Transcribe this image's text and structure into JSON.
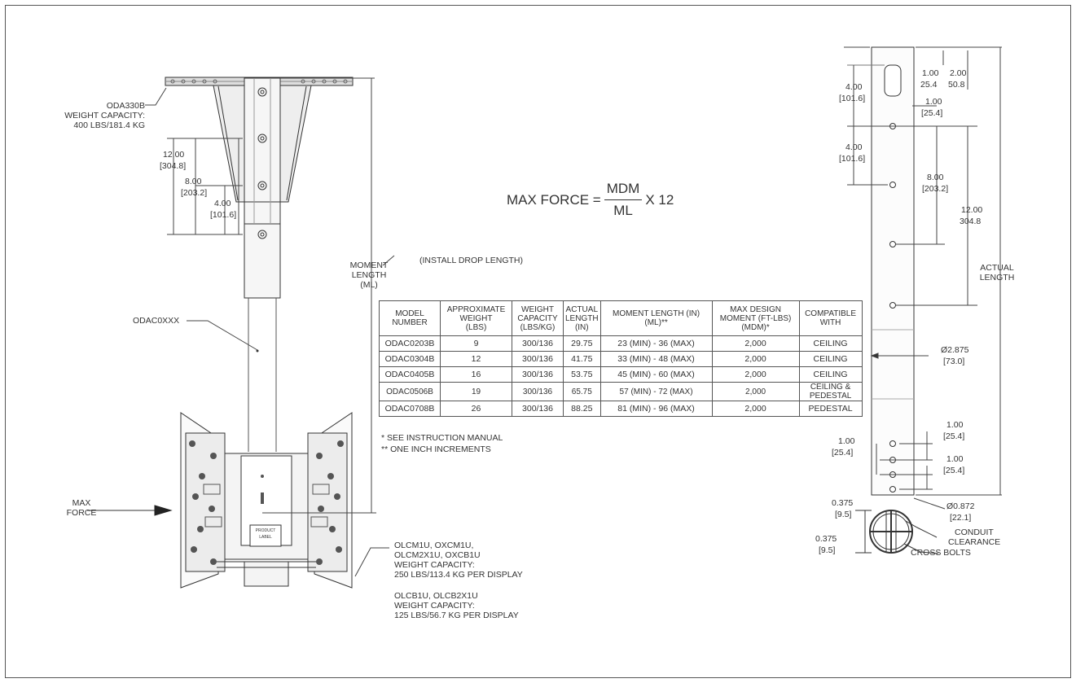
{
  "formula": {
    "lhs": "MAX FORCE =",
    "numerator": "MDM",
    "denominator": "ML",
    "multiplier": "X 12"
  },
  "left_labels": {
    "mount_model": "ODA330B",
    "mount_capacity_title": "WEIGHT CAPACITY:",
    "mount_capacity_value": "400 LBS/181.4 KG",
    "column_model": "ODAC0XXX",
    "max_force_1": "MAX",
    "max_force_2": "FORCE",
    "moment_1": "MOMENT",
    "moment_2": "LENGTH",
    "moment_3": "(ML)",
    "install_drop": "(INSTALL DROP LENGTH)",
    "cm_models_1": "OLCM1U, OXCM1U,",
    "cm_models_2": "OLCM2X1U, OXCB1U",
    "cm_capacity_title": "WEIGHT CAPACITY:",
    "cm_capacity_value": "250 LBS/113.4 KG PER DISPLAY",
    "cb_models": "OLCB1U, OLCB2X1U",
    "cb_capacity_title": "WEIGHT CAPACITY:",
    "cb_capacity_value": "125 LBS/56.7 KG PER DISPLAY"
  },
  "left_dims": [
    {
      "in": "12.00",
      "mm": "[304.8]"
    },
    {
      "in": "8.00",
      "mm": "[203.2]"
    },
    {
      "in": "4.00",
      "mm": "[101.6]"
    }
  ],
  "right_dims": {
    "d4a_in": "4.00",
    "d4a_mm": "[101.6]",
    "d1a_in": "1.00",
    "d1a_mm": "25.4",
    "d2_in": "2.00",
    "d2_mm": "50.8",
    "d1b_in": "1.00",
    "d1b_mm": "[25.4]",
    "d4b_in": "4.00",
    "d4b_mm": "[101.6]",
    "d8_in": "8.00",
    "d8_mm": "[203.2]",
    "d12_in": "12.00",
    "d12_mm": "304.8",
    "actual_1": "ACTUAL",
    "actual_2": "LENGTH",
    "dia_in": "Ø2.875",
    "dia_mm": "[73.0]",
    "d1c_in": "1.00",
    "d1c_mm": "[25.4]",
    "d1d_in": "1.00",
    "d1d_mm": "[25.4]",
    "d1e_in": "1.00",
    "d1e_mm": "[25.4]",
    "d375a_in": "0.375",
    "d375a_mm": "[9.5]",
    "d375b_in": "0.375",
    "d375b_mm": "[9.5]",
    "dia2_in": "Ø0.872",
    "dia2_mm": "[22.1]",
    "conduit_1": "CONDUIT",
    "conduit_2": "CLEARANCE",
    "cross_bolts": "CROSS BOLTS"
  },
  "table": {
    "headers": [
      [
        "MODEL",
        "NUMBER"
      ],
      [
        "APPROXIMATE",
        "WEIGHT",
        "(LBS)"
      ],
      [
        "WEIGHT",
        "CAPACITY",
        "(LBS/KG)"
      ],
      [
        "ACTUAL",
        "LENGTH",
        "(IN)"
      ],
      [
        "MOMENT LENGTH (IN)",
        "(ML)**"
      ],
      [
        "MAX DESIGN",
        "MOMENT (FT-LBS)",
        "(MDM)*"
      ],
      [
        "COMPATIBLE",
        "WITH"
      ]
    ],
    "rows": [
      [
        "ODAC0203B",
        "9",
        "300/136",
        "29.75",
        "23 (MIN) - 36 (MAX)",
        "2,000",
        "CEILING"
      ],
      [
        "ODAC0304B",
        "12",
        "300/136",
        "41.75",
        "33 (MIN) - 48 (MAX)",
        "2,000",
        "CEILING"
      ],
      [
        "ODAC0405B",
        "16",
        "300/136",
        "53.75",
        "45 (MIN) - 60 (MAX)",
        "2,000",
        "CEILING"
      ],
      [
        "ODAC0506B",
        "19",
        "300/136",
        "65.75",
        "57 (MIN) - 72 (MAX)",
        "2,000",
        "CEILING &",
        "PEDESTAL"
      ],
      [
        "ODAC0708B",
        "26",
        "300/136",
        "88.25",
        "81 (MIN) - 96 (MAX)",
        "2,000",
        "PEDESTAL"
      ]
    ]
  },
  "notes": [
    "* SEE INSTRUCTION MANUAL",
    "** ONE INCH INCREMENTS"
  ],
  "plate_labels": {
    "top": "PRODUCT",
    "bottom": "LABEL"
  }
}
